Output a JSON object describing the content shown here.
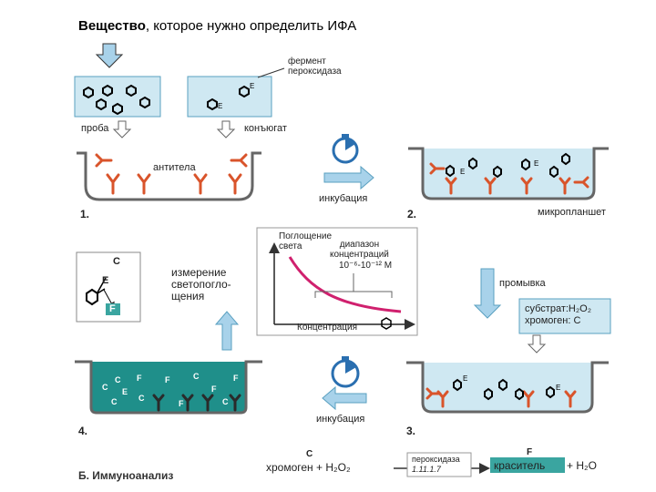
{
  "title": {
    "bold": "Вещество",
    "rest": ", которое нужно определить ИФА"
  },
  "labels": {
    "enzyme": "фермент\nпероксидаза",
    "sample": "проба",
    "conjugate": "конъюгат",
    "antibodies": "антитела",
    "incubation_top": "инкубация",
    "microplate": "микропланшет",
    "measurement": "измерение\nсветопогло-\nщения",
    "washing": "промывка",
    "substrate": "субстрат:H₂O₂\nхромоген: C",
    "incubation_bottom": "инкубация",
    "footer": "Б. Иммуноанализ"
  },
  "steps": {
    "s1": "1.",
    "s2": "2.",
    "s3": "3.",
    "s4": "4."
  },
  "graph": {
    "ylabel": "Поглощение\nсвета",
    "range_title": "диапазон\nконцентраций",
    "range_value": "10⁻⁶-10⁻¹² М",
    "xlabel": "Концентрация"
  },
  "legend": {
    "c": "C",
    "e": "E",
    "f": "F"
  },
  "reaction": {
    "chromogen": "хромоген + H₂O₂",
    "enzyme_name": "пероксидаза",
    "enzyme_code": "1.11.1.7",
    "dye": "краситель",
    "product": "+ H₂O",
    "c_letter": "C",
    "f_letter": "F"
  },
  "colors": {
    "well_fill": "#cfe8f2",
    "dye_fill": "#1f8f8a",
    "antibody": "#d9542b",
    "arrow": "#a8d2ea",
    "curve": "#d0206e"
  }
}
